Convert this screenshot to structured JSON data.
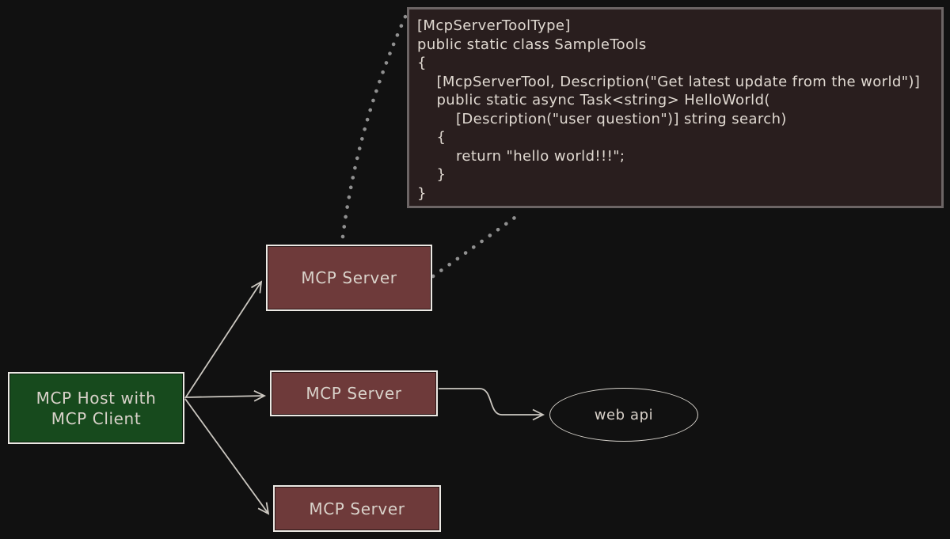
{
  "canvas": {
    "background_color": "#111111",
    "line_color": "#ccc8c1",
    "dotted_line_color": "#909090"
  },
  "code_panel": {
    "background_color": "#291e1e",
    "border_color": "#6c6565",
    "text_color": "#e0d9d1",
    "lines": [
      "[McpServerToolType]",
      "public static class SampleTools",
      "{",
      "    [McpServerTool, Description(\"Get latest update from the world\")]",
      "    public static async Task<string> HelloWorld(",
      "        [Description(\"user question\")] string search)",
      "    {",
      "        return \"hello world!!!\";",
      "    }",
      "}"
    ]
  },
  "nodes": {
    "host": {
      "label_line1": "MCP Host with",
      "label_line2": "MCP Client",
      "fill": "#174a1d",
      "border": "#ece9e4"
    },
    "server_top": {
      "label": "MCP Server",
      "fill": "#6e3a3a",
      "border": "#ece9e4"
    },
    "server_middle": {
      "label": "MCP Server",
      "fill": "#6e3a3a",
      "border": "#ece9e4"
    },
    "server_bottom": {
      "label": "MCP Server",
      "fill": "#6e3a3a",
      "border": "#ece9e4"
    },
    "web_api": {
      "label": "web api",
      "fill": "transparent",
      "border": "#d8d4cd"
    }
  },
  "connectors": {
    "host_to_server_top": "solid arrow",
    "host_to_server_middle": "solid arrow",
    "host_to_server_bottom": "solid arrow",
    "server_middle_to_web_api": "solid arrow with step curve",
    "server_top_to_code_left": "dotted line",
    "server_top_to_code_bottom": "dotted line"
  }
}
